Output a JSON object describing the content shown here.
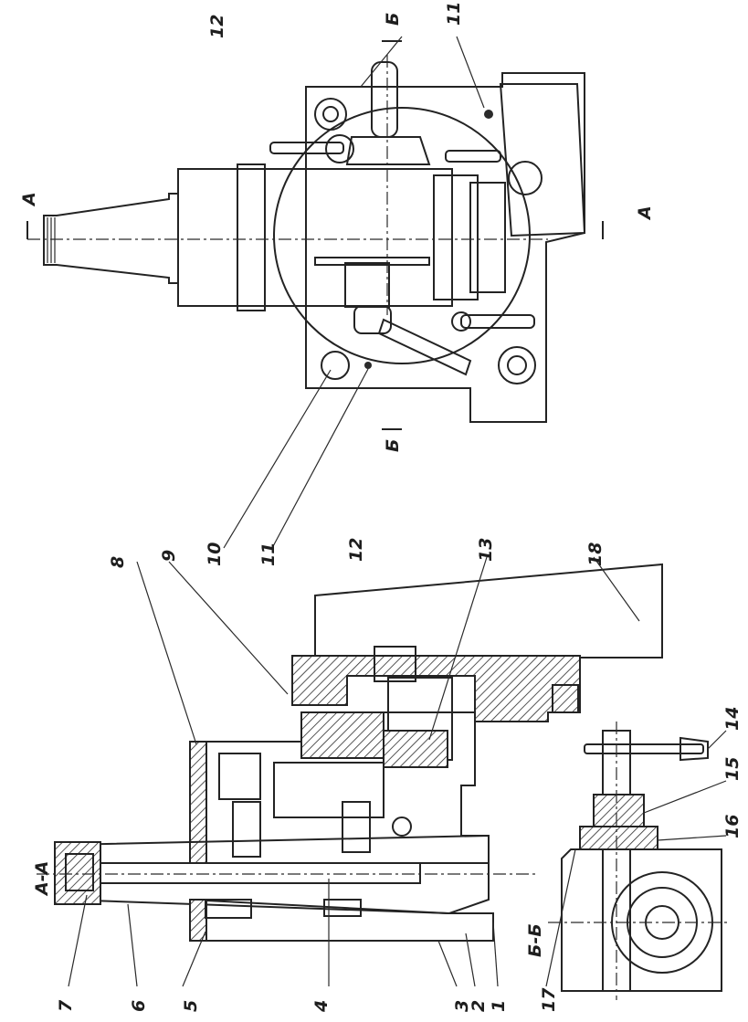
{
  "drawing": {
    "section_labels": {
      "aa_title": "А-А",
      "bb_title": "Б-Б",
      "cut_a_top": "А",
      "cut_a_bottom": "А",
      "cut_b_top": "Б",
      "cut_b_bottom": "Б"
    },
    "callouts": {
      "n1": "1",
      "n2": "2",
      "n3": "3",
      "n4": "4",
      "n5": "5",
      "n6": "6",
      "n7": "7",
      "n8": "8",
      "n9": "9",
      "n10": "10",
      "n11a": "11",
      "n11b": "11",
      "n12a": "12",
      "n12b": "12",
      "n13": "13",
      "n14": "14",
      "n15": "15",
      "n16": "16",
      "n17": "17",
      "n18": "18"
    }
  }
}
